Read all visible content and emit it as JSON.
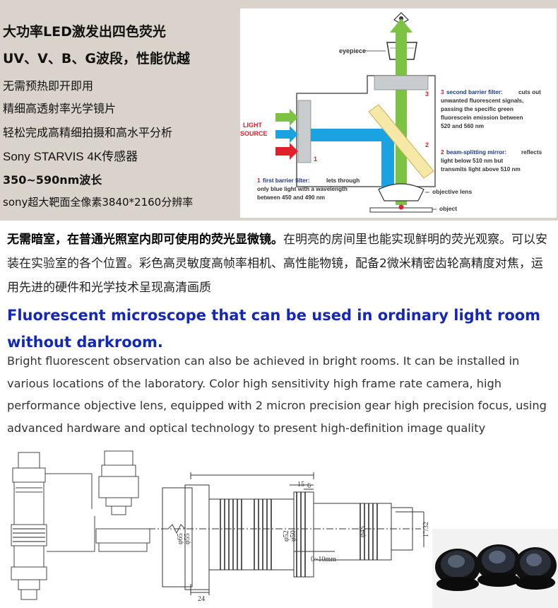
{
  "features": [
    "大功率LED激发出四色荧光",
    "UV、V、B、G波段，性能优越",
    "无需预热即开即用",
    "精细高透射率光学镜片",
    "轻松完成高精细拍摄和高水平分析",
    "Sony STARVIS 4K传感器",
    "350~590nm波长",
    "sony超大靶面全像素3840*2160分辨率"
  ],
  "diagram": {
    "eyepiece": "eyepiece",
    "light_source_1": "LIGHT",
    "light_source_2": "SOURCE",
    "num_1": "1",
    "num_2": "2",
    "num_3": "3",
    "second_barrier_num": "3",
    "second_barrier_title": "second barrier filter:",
    "second_barrier_l1": "cuts out",
    "second_barrier_l2": "unwanted fluorescent signals,",
    "second_barrier_l3": "passing the specific green",
    "second_barrier_l4": "fluorescein emission between",
    "second_barrier_l5": "520 and 560 nm",
    "beam_num": "2",
    "beam_title": "beam-splitting mirror:",
    "beam_l1": "reflects",
    "beam_l2": "light below 510 nm but",
    "beam_l3": "transmits light above 510 nm",
    "first_barrier_num": "1",
    "first_barrier_title": "first barrier filter:",
    "first_barrier_l1": "lets through",
    "first_barrier_l2": "only blue light with a wavelength",
    "first_barrier_l3": "between 450 and 490 nm",
    "objective_lens": "objective lens",
    "object": "object",
    "colors": {
      "blue": "#1aa3e0",
      "green": "#7cc243",
      "red": "#e0202a",
      "orange": "#e8842a",
      "label_blue": "#1a3a8c"
    }
  },
  "intro": {
    "bold": "无需暗室，在普通光照室内即可使用的荧光显微镜。",
    "text": "在明亮的房间里也能实现鲜明的荧光观察。可以安装在实验室的各个位置。彩色高灵敏度高帧率相机、高性能物镜，配备2微米精密齿轮高精度对焦，运用先进的硬件和光学技术呈现高清画质"
  },
  "english": {
    "title": "Fluorescent microscope that can be used in ordinary light room without darkroom.",
    "body": "Bright fluorescent observation can also be achieved in bright rooms. It can be installed in various locations of the laboratory. Color high sensitivity high frame rate camera, high performance objective lens, equipped with 2 micron precision gear high precision focus, using advanced hardware and optical technology to present high-definition image quality"
  },
  "drawing_dims": {
    "d_15": "15",
    "d_6": "6",
    "d_phi65": "φ65",
    "d_phi55": "φ55",
    "d_phi52": "φ52",
    "d_phi50": "φ50",
    "d_phi45": "φ45",
    "d_24": "24",
    "d_focus": "0~10mm",
    "d_thread": "1\"/32"
  }
}
